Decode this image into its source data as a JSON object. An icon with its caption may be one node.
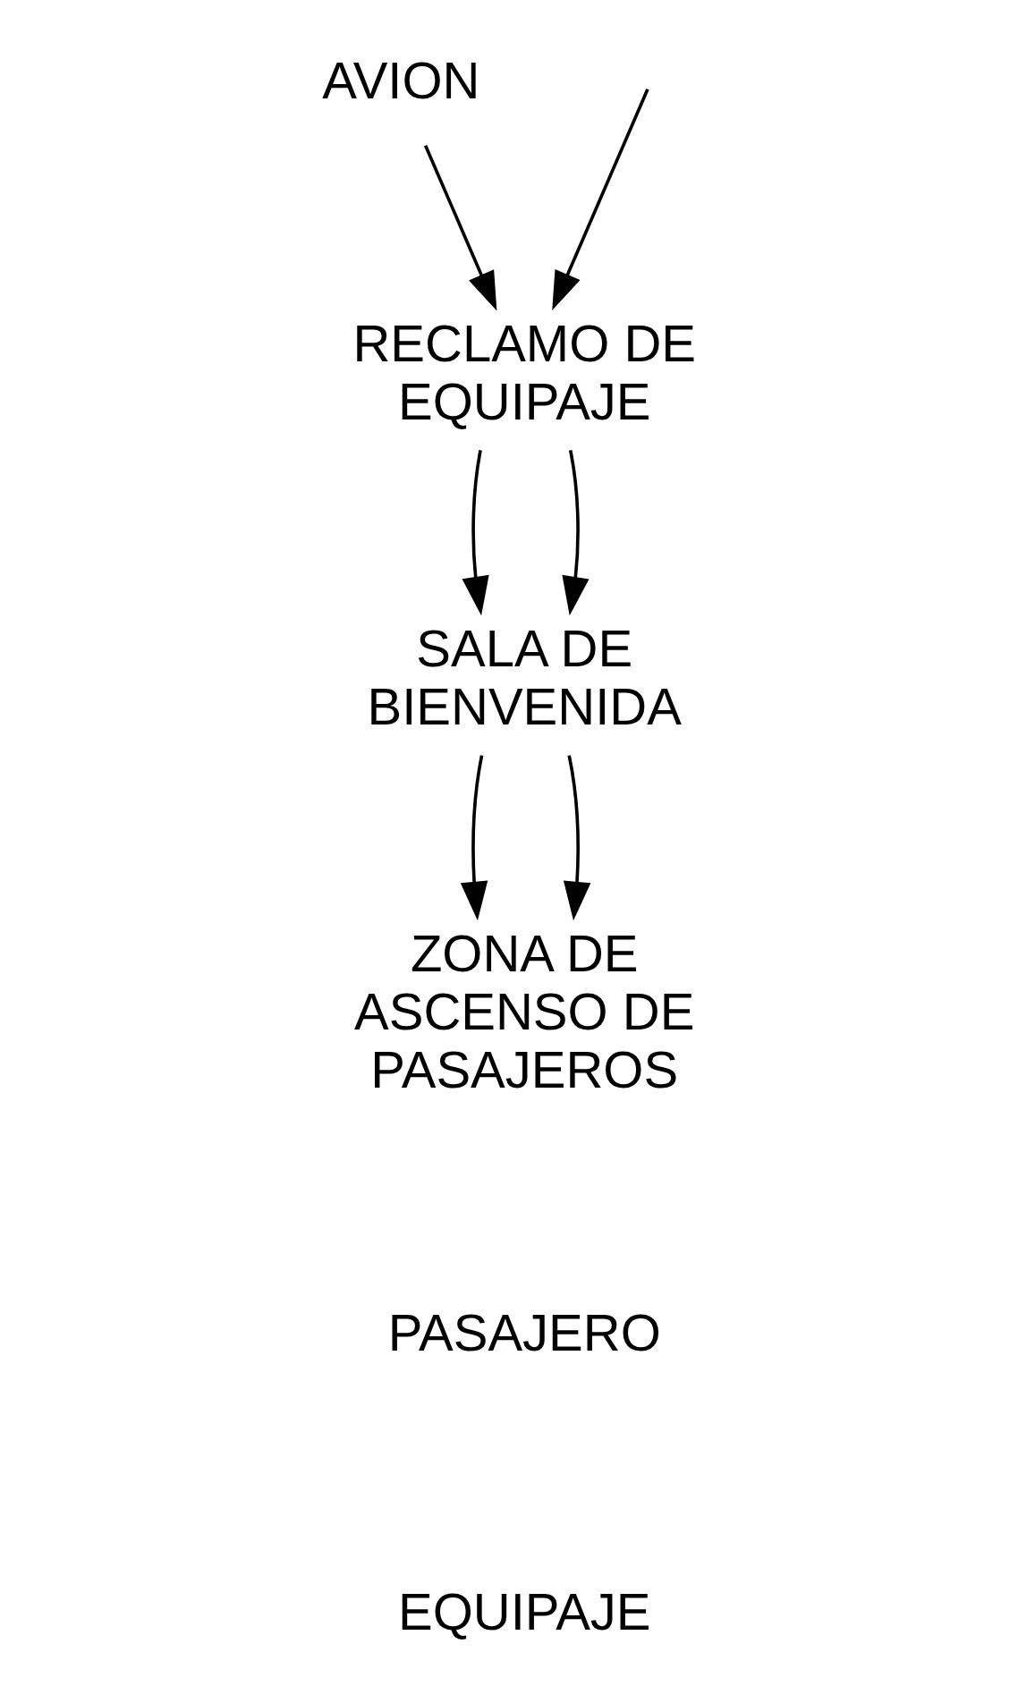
{
  "diagram": {
    "nodes": [
      {
        "text": [
          "AVION"
        ]
      },
      {
        "text": [
          "RECLAMO DE EQUIPAJE"
        ]
      },
      {
        "text": [
          "SALA DE BIENVENIDA"
        ]
      },
      {
        "text": [
          "ZONA DE ASCENSO DE PASAJEROS"
        ]
      }
    ],
    "edges": [
      {
        "from": 0,
        "to": 1,
        "arrow": "to"
      },
      {
        "from": null,
        "to": 1,
        "arrow": "to"
      },
      {
        "from": 1,
        "to": 2,
        "arrow": "to"
      },
      {
        "from": 1,
        "to": 2,
        "arrow": "to"
      },
      {
        "from": 2,
        "to": 3,
        "arrow": "to"
      },
      {
        "from": 2,
        "to": 3,
        "arrow": "to"
      }
    ],
    "legend": [
      {
        "text": "PASAJERO"
      },
      {
        "text": "EQUIPAJE"
      }
    ]
  }
}
